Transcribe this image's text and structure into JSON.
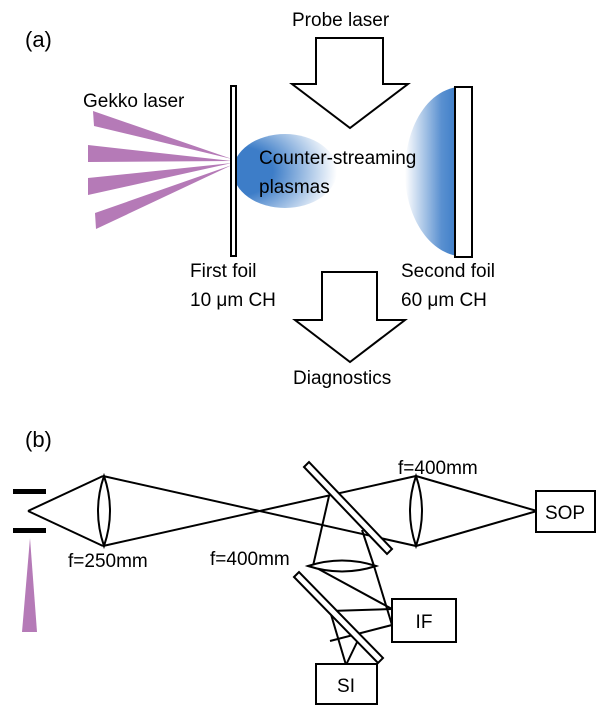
{
  "panel_a": {
    "label": "(a)",
    "probe_laser": "Probe laser",
    "gekko_laser": "Gekko laser",
    "plasma_line1": "Counter-streaming",
    "plasma_line2": "plasmas",
    "first_foil_line1": "First foil",
    "first_foil_line2": "10 μm CH",
    "second_foil_line1": "Second foil",
    "second_foil_line2": "60 μm CH",
    "diagnostics": "Diagnostics"
  },
  "panel_b": {
    "label": "(b)",
    "lens1_focal": "f=250mm",
    "lens2_focal": "f=400mm",
    "lens3_focal": "f=400mm",
    "sop": "SOP",
    "if": "IF",
    "si": "SI"
  },
  "colors": {
    "laser": "#b57ab7",
    "plasma": "#3d7dc8",
    "line": "#000000"
  }
}
